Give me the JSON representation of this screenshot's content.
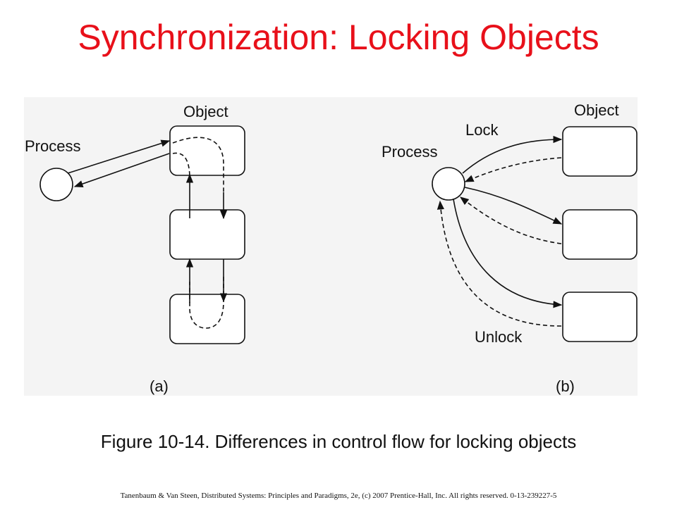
{
  "title": "Synchronization: Locking Objects",
  "diagram_a": {
    "process_label": "Process",
    "object_label": "Object",
    "panel_label": "(a)"
  },
  "diagram_b": {
    "process_label": "Process",
    "object_label": "Object",
    "lock_label": "Lock",
    "unlock_label": "Unlock",
    "panel_label": "(b)"
  },
  "caption": "Figure 10-14. Differences in control flow for locking objects",
  "footer": "Tanenbaum & Van Steen, Distributed Systems: Principles and Paradigms, 2e, (c) 2007 Prentice-Hall, Inc. All rights reserved. 0-13-239227-5"
}
